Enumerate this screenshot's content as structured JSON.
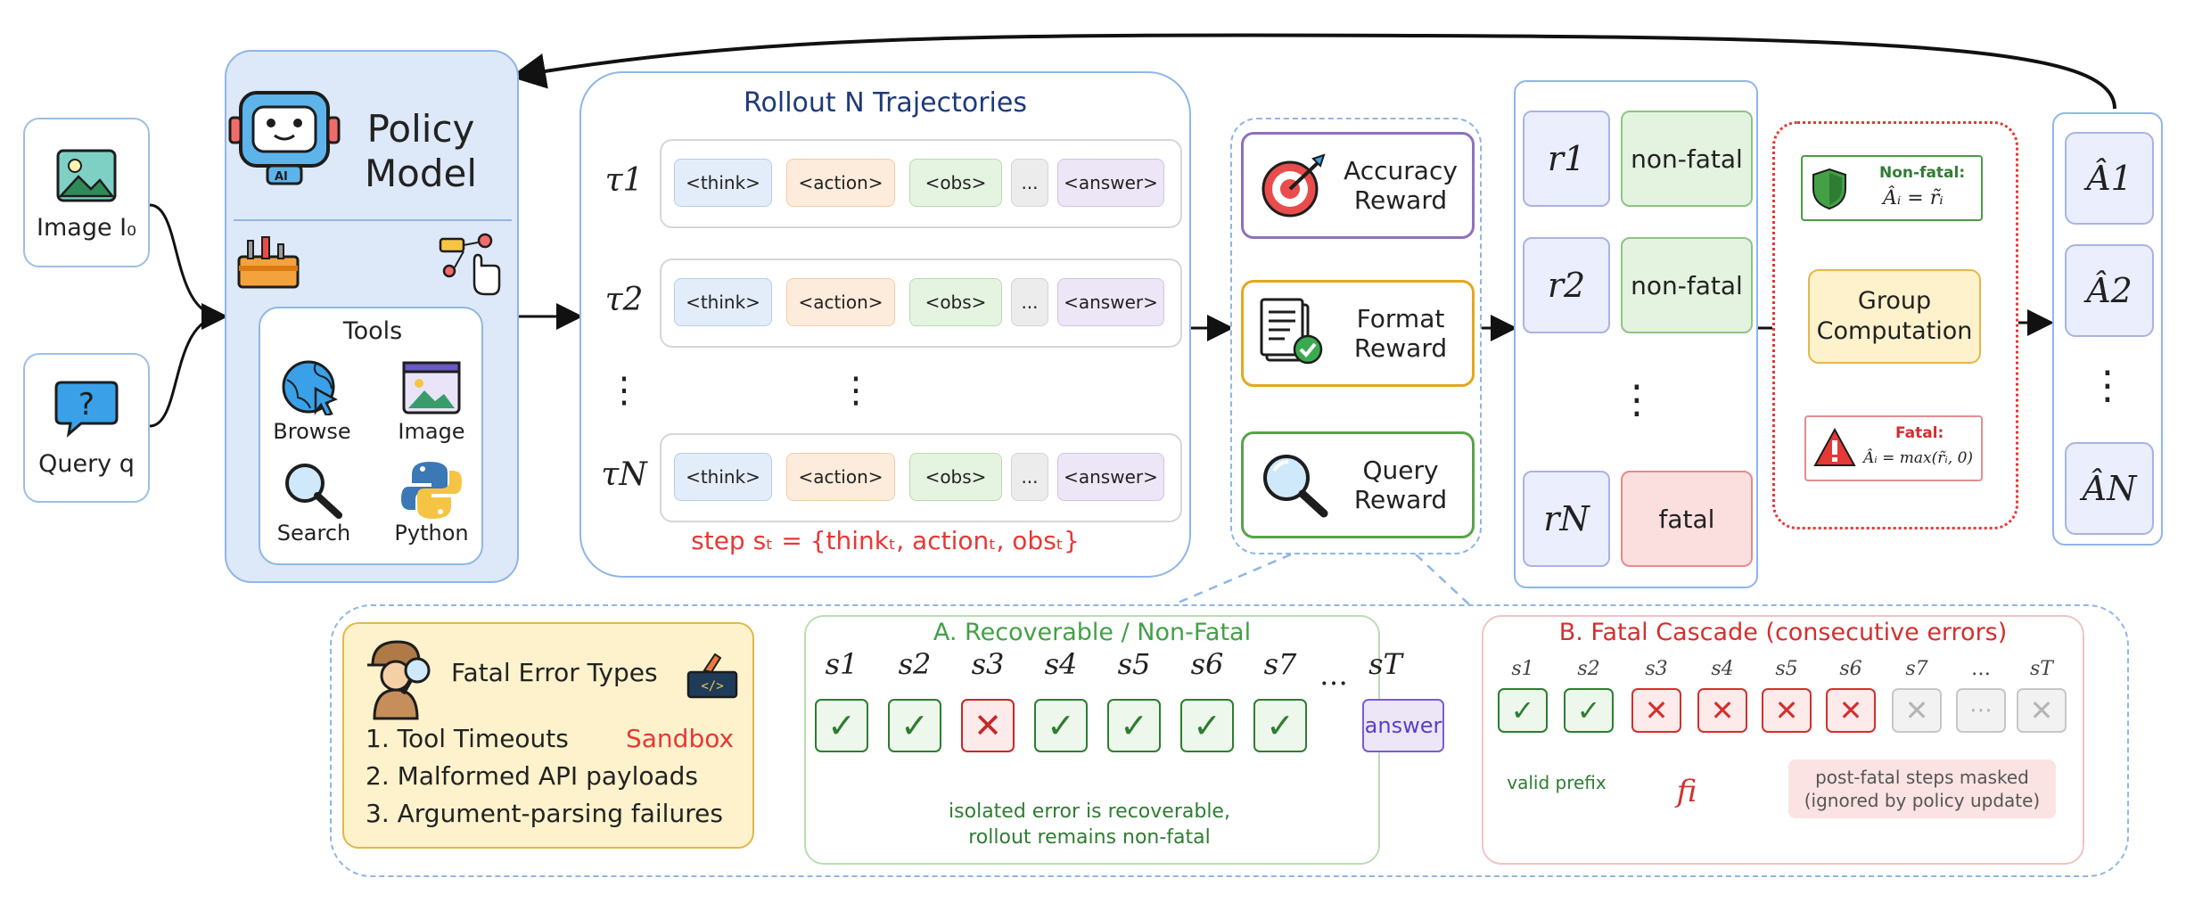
{
  "inputs": {
    "image": "Image I₀",
    "query": "Query q"
  },
  "policy": {
    "title_line1": "Policy",
    "title_line2": "Model",
    "tools_title": "Tools",
    "tools": [
      "Browse",
      "Image",
      "Search",
      "Python"
    ]
  },
  "rollout": {
    "title": "Rollout N Trajectories",
    "tau_labels": [
      "τ1",
      "τ2",
      "τN"
    ],
    "tags": [
      "<think>",
      "<action>",
      "<obs>",
      "...",
      "<answer>"
    ],
    "step_def": "step sₜ = {thinkₜ, actionₜ, obsₜ}"
  },
  "rewards": [
    {
      "label": "Accuracy\nReward"
    },
    {
      "label": "Format\nReward"
    },
    {
      "label": "Query\nReward"
    }
  ],
  "outcomes": {
    "r_labels": [
      "r1",
      "r2",
      "rN"
    ],
    "status": [
      "non-fatal",
      "non-fatal",
      "fatal"
    ]
  },
  "group": {
    "label": "Group\nComputation",
    "nonfatal_title": "Non-fatal:",
    "nonfatal_formula": "Âᵢ = r̃ᵢ",
    "fatal_title": "Fatal:",
    "fatal_formula": "Âᵢ = max(r̃ᵢ, 0)"
  },
  "advantages": [
    "Â1",
    "Â2",
    "ÂN"
  ],
  "errors": {
    "title": "Fatal Error Types",
    "sandbox": "Sandbox",
    "items": [
      "1. Tool Timeouts",
      "2. Malformed API payloads",
      "3. Argument-parsing failures"
    ]
  },
  "recoverable": {
    "title": "A. Recoverable / Non-Fatal",
    "steps": [
      "s1",
      "s2",
      "s3",
      "s4",
      "s5",
      "s6",
      "s7",
      "…",
      "sT"
    ],
    "marks": [
      "check",
      "check",
      "cross",
      "check",
      "check",
      "check",
      "check"
    ],
    "answer": "answer",
    "note": "isolated error is recoverable,\nrollout remains non-fatal"
  },
  "fatal": {
    "title": "B. Fatal Cascade (consecutive errors)",
    "steps": [
      "s1",
      "s2",
      "s3",
      "s4",
      "s5",
      "s6",
      "s7",
      "…",
      "sT"
    ],
    "marks": [
      "check",
      "check",
      "cross",
      "cross",
      "cross",
      "cross",
      "grey-cross",
      "grey-dots",
      "grey-cross"
    ],
    "valid_prefix": "valid prefix",
    "fi": "fi",
    "masked_note": "post-fatal steps masked\n(ignored by policy update)"
  },
  "colors": {
    "accent_blue": "#8fb6e6",
    "fatal_red": "#d32f2f",
    "green": "#2e7d32"
  }
}
